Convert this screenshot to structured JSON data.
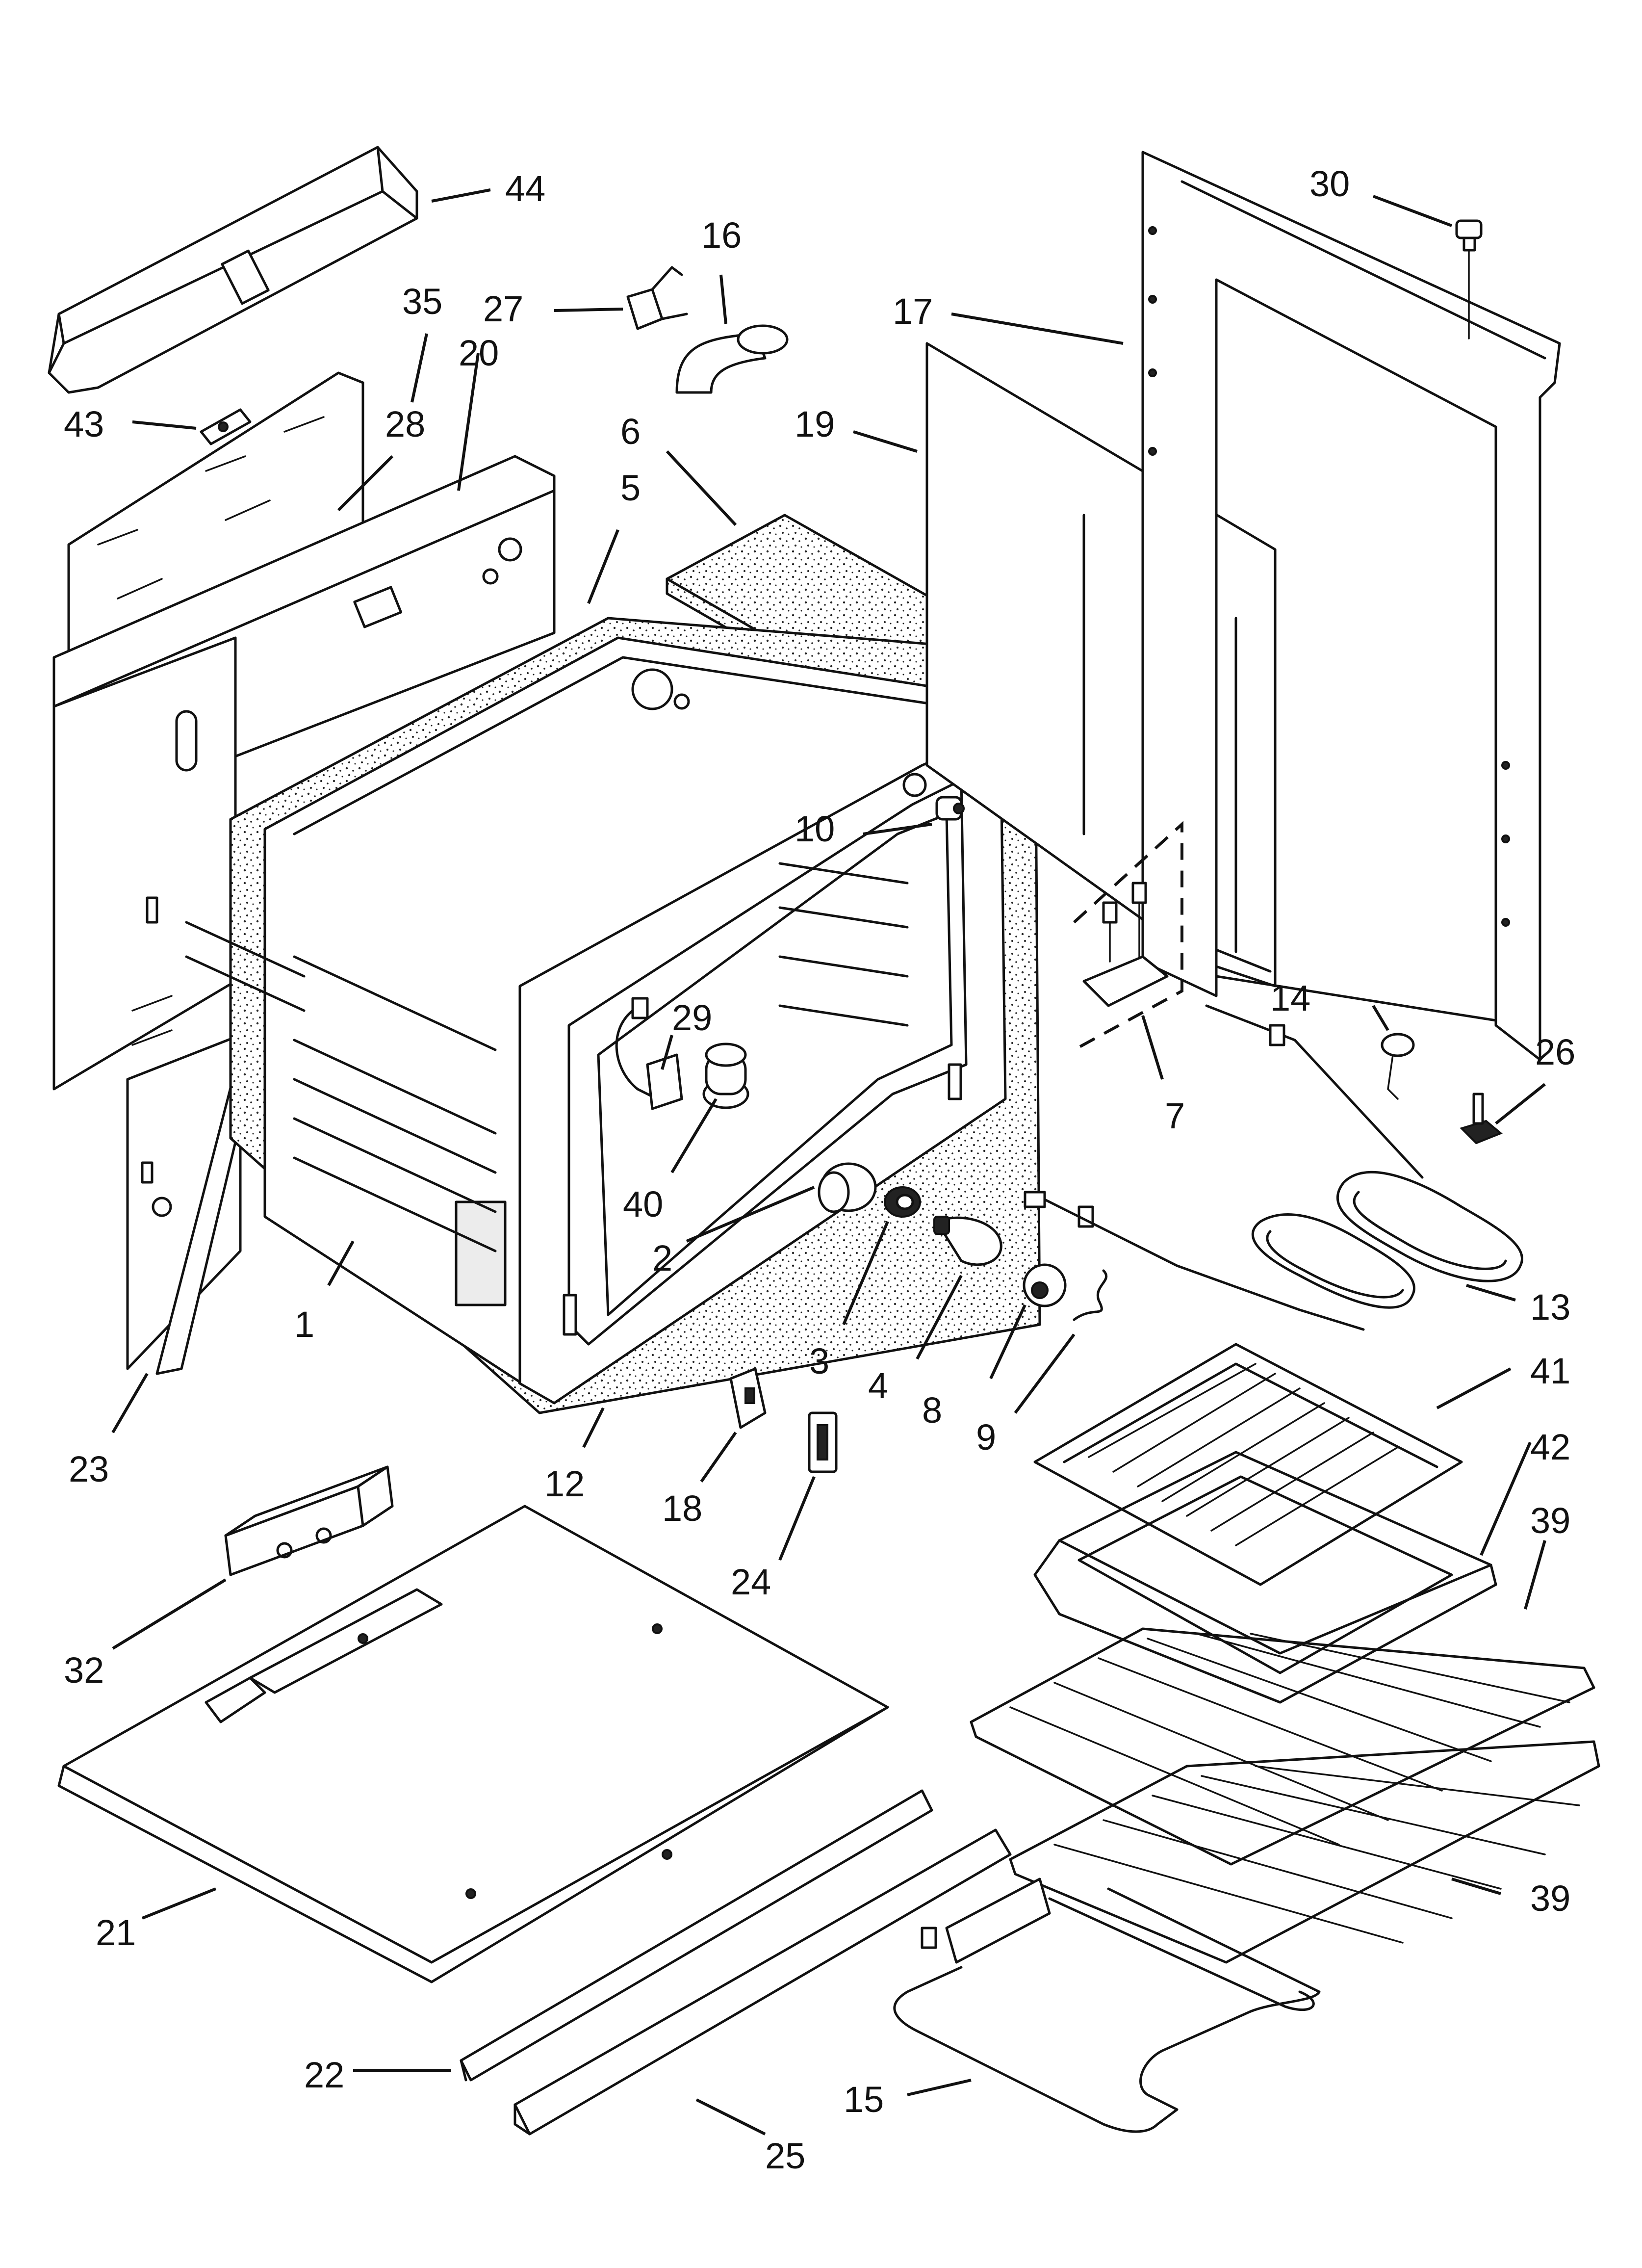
{
  "callouts": [
    {
      "id": "c44",
      "text": "44"
    },
    {
      "id": "c35",
      "text": "35"
    },
    {
      "id": "c20",
      "text": "20"
    },
    {
      "id": "c27",
      "text": "27"
    },
    {
      "id": "c16",
      "text": "16"
    },
    {
      "id": "c43",
      "text": "43"
    },
    {
      "id": "c28",
      "text": "28"
    },
    {
      "id": "c6",
      "text": "6"
    },
    {
      "id": "c5",
      "text": "5"
    },
    {
      "id": "c17",
      "text": "17"
    },
    {
      "id": "c19",
      "text": "19"
    },
    {
      "id": "c30",
      "text": "30"
    },
    {
      "id": "c10",
      "text": "10"
    },
    {
      "id": "c29",
      "text": "29"
    },
    {
      "id": "c14",
      "text": "14"
    },
    {
      "id": "c26",
      "text": "26"
    },
    {
      "id": "c7",
      "text": "7"
    },
    {
      "id": "c40",
      "text": "40"
    },
    {
      "id": "c2",
      "text": "2"
    },
    {
      "id": "c1",
      "text": "1"
    },
    {
      "id": "c3",
      "text": "3"
    },
    {
      "id": "c4",
      "text": "4"
    },
    {
      "id": "c8",
      "text": "8"
    },
    {
      "id": "c9",
      "text": "9"
    },
    {
      "id": "c13",
      "text": "13"
    },
    {
      "id": "c23",
      "text": "23"
    },
    {
      "id": "c12",
      "text": "12"
    },
    {
      "id": "c18",
      "text": "18"
    },
    {
      "id": "c41",
      "text": "41"
    },
    {
      "id": "c42",
      "text": "42"
    },
    {
      "id": "c39a",
      "text": "39"
    },
    {
      "id": "c24",
      "text": "24"
    },
    {
      "id": "c32",
      "text": "32"
    },
    {
      "id": "c39b",
      "text": "39"
    },
    {
      "id": "c21",
      "text": "21"
    },
    {
      "id": "c22",
      "text": "22"
    },
    {
      "id": "c15",
      "text": "15"
    },
    {
      "id": "c25",
      "text": "25"
    }
  ]
}
